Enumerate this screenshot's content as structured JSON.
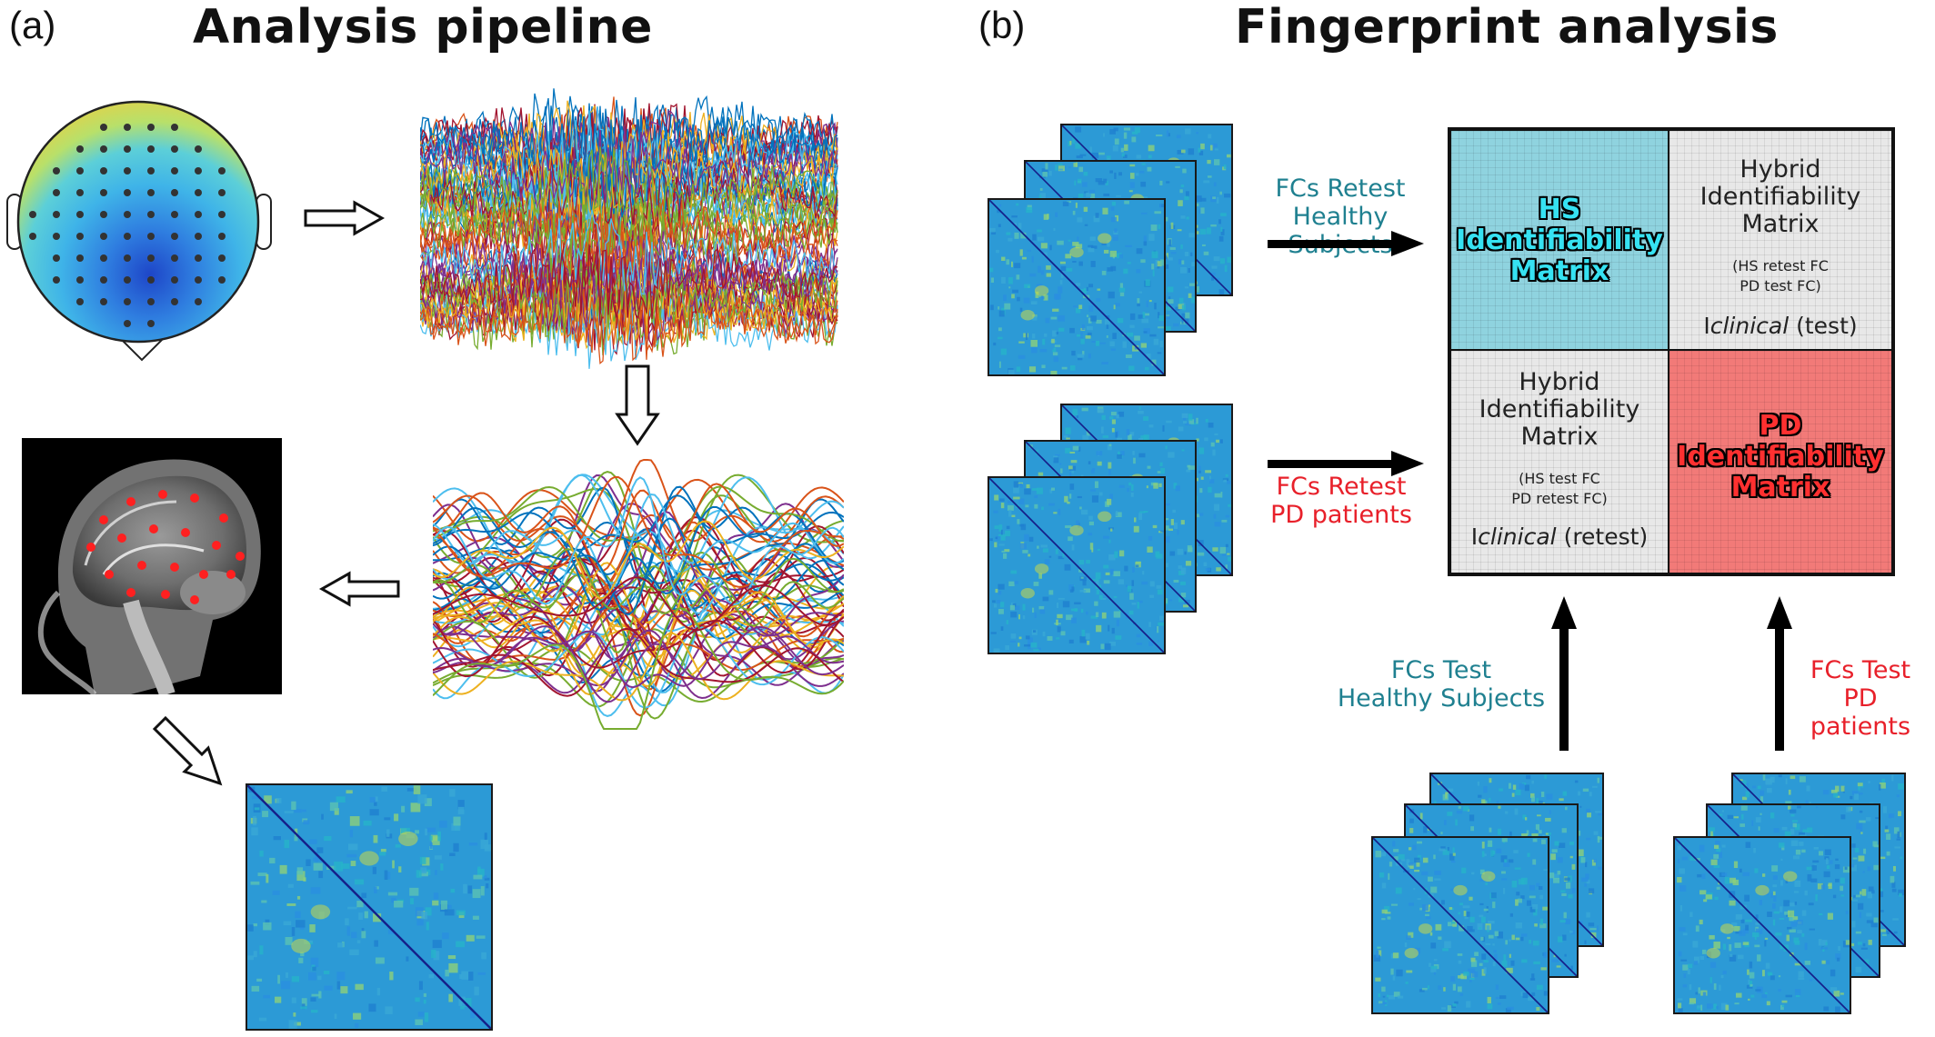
{
  "panel_a": {
    "letter": "(a)",
    "title": "Analysis pipeline"
  },
  "panel_b": {
    "letter": "(b)",
    "title": "Fingerprint analysis",
    "retest_hs_label": [
      "FCs Retest",
      "Healthy Subjects"
    ],
    "retest_pd_label": [
      "FCs Retest",
      "PD patients"
    ],
    "test_hs_label": [
      "FCs Test",
      "Healthy Subjects"
    ],
    "test_pd_label": [
      "FCs Test",
      "PD patients"
    ],
    "matrix": {
      "hs_quadrant": [
        "HS",
        "Identifiability",
        "Matrix"
      ],
      "pd_quadrant": [
        "PD",
        "Identifiability",
        "Matrix"
      ],
      "hybrid_top_right": {
        "title": [
          "Hybrid",
          "Identifiability",
          "Matrix"
        ],
        "detail": [
          "(HS retest FC",
          "PD test FC)"
        ],
        "iclinical_prefix": "I",
        "iclinical_word": "clinical",
        "iclinical_suffix": " (test)"
      },
      "hybrid_bottom_left": {
        "title": [
          "Hybrid",
          "Identifiability",
          "Matrix"
        ],
        "detail": [
          "(HS test FC",
          "PD retest FC)"
        ],
        "iclinical_prefix": "I",
        "iclinical_word": "clinical",
        "iclinical_suffix": " (retest)"
      }
    }
  },
  "colors": {
    "teal": "#1f8090",
    "red": "#e8202a",
    "hs_fill": "#8fd3df",
    "pd_fill": "#f27a78",
    "hybrid_fill": "#e8e8e8",
    "hs_text": "#36e2f2",
    "pd_text": "#ff3030"
  }
}
